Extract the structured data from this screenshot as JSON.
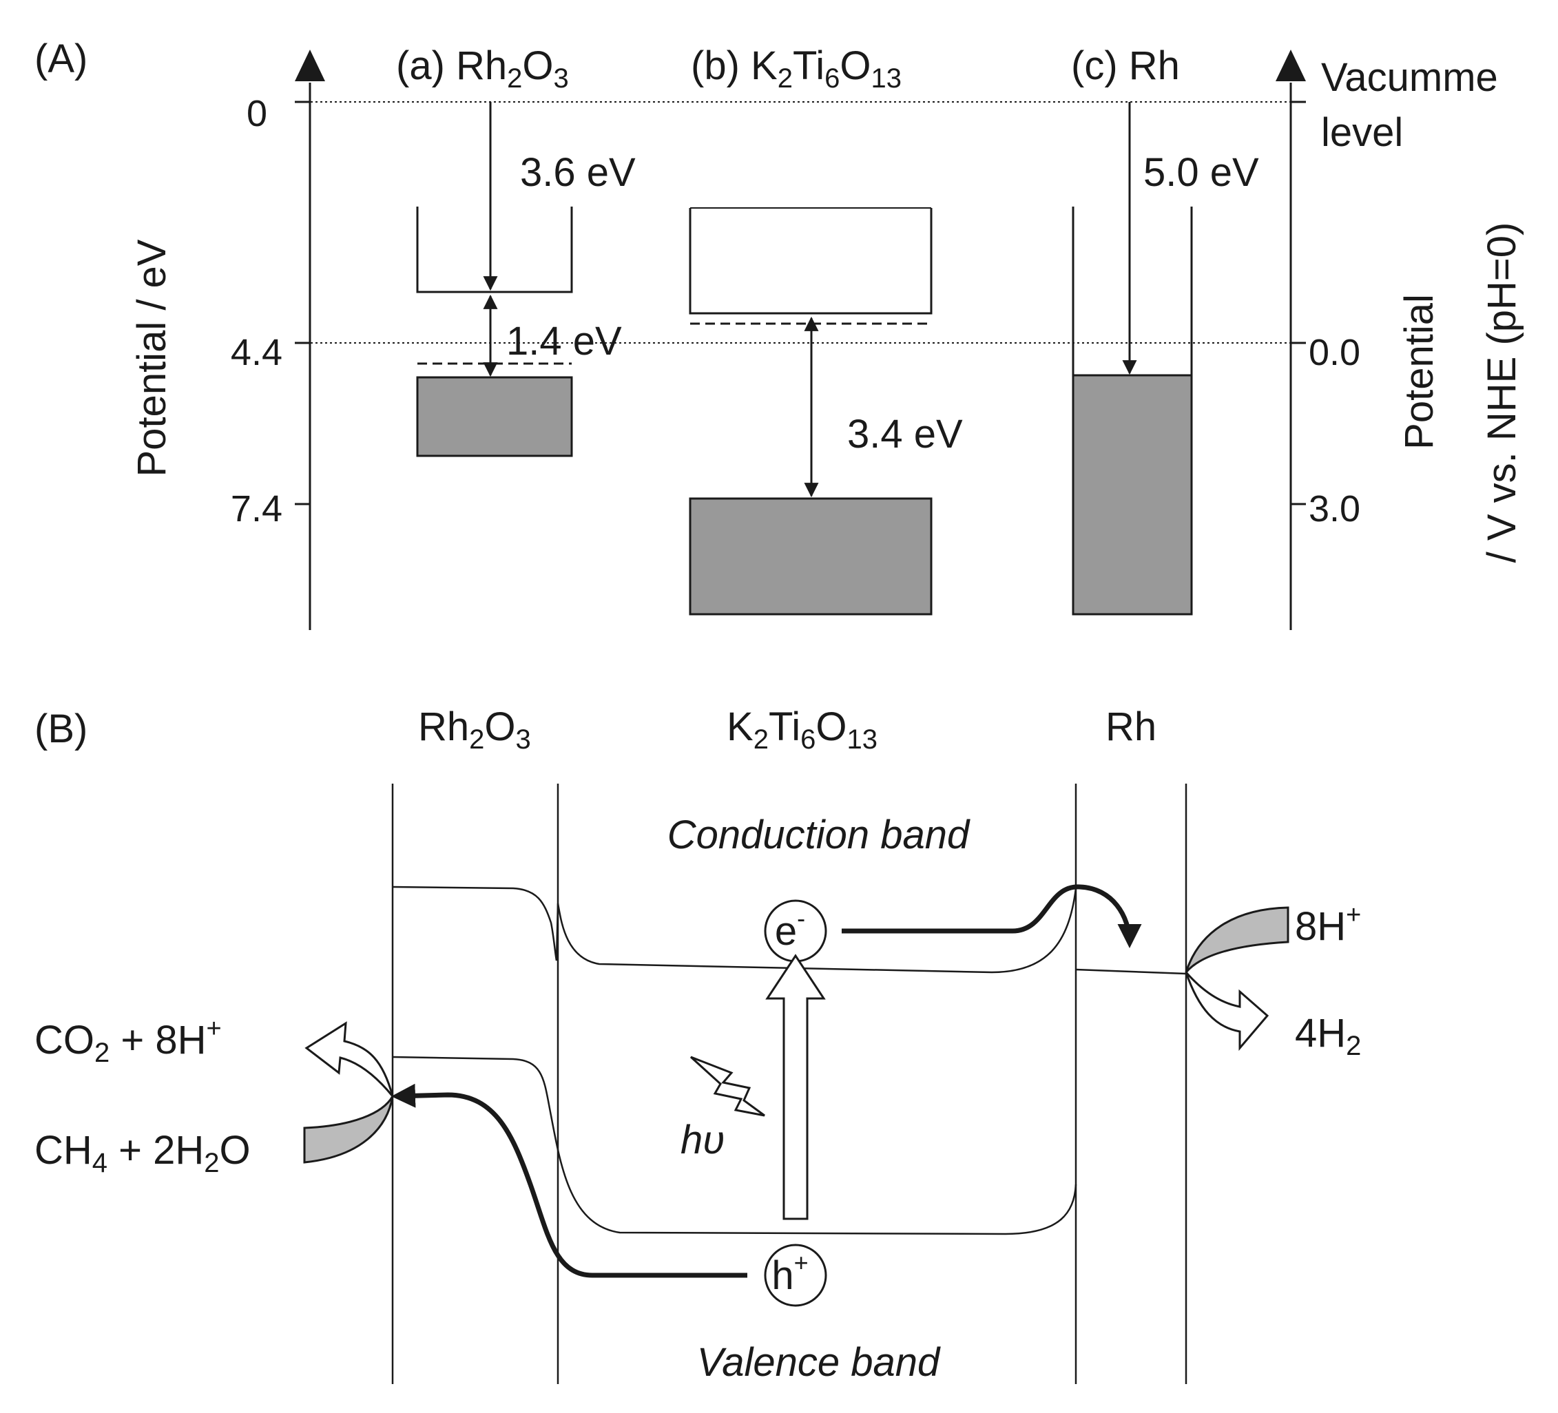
{
  "panel_a": {
    "label": "(A)",
    "materials": [
      {
        "prefix": "(a) ",
        "base": "Rh",
        "sub1": "2",
        "mid": "O",
        "sub2": "3"
      },
      {
        "prefix": "(b) ",
        "base": "K",
        "sub1": "2",
        "mid": "Ti",
        "sub2": "6",
        "tail": "O",
        "sub3": "13"
      },
      {
        "prefix": "(c) ",
        "base": "Rh"
      }
    ],
    "left_axis": {
      "label": "Potential / eV",
      "ticks": [
        "0",
        "4.4",
        "7.4"
      ]
    },
    "right_axis": {
      "label_line1": "Potential",
      "label_line2": "/ V vs. NHE (pH=0)",
      "ticks": [
        "0.0",
        "3.0"
      ]
    },
    "vacuum_label_line1": "Vacumme",
    "vacuum_label_line2": "level",
    "energies": {
      "rh2o3_wf": "3.6 eV",
      "rh2o3_gap": "1.4 eV",
      "ktio_gap": "3.4 eV",
      "rh_wf": "5.0 eV"
    }
  },
  "panel_b": {
    "label": "(B)",
    "materials": [
      {
        "base": "Rh",
        "sub1": "2",
        "mid": "O",
        "sub2": "3"
      },
      {
        "base": "K",
        "sub1": "2",
        "mid": "Ti",
        "sub2": "6",
        "tail": "O",
        "sub3": "13"
      },
      {
        "base": "Rh"
      }
    ],
    "conduction_band": "Conduction band",
    "valence_band": "Valence band",
    "electron": {
      "base": "e",
      "sup": "-"
    },
    "hole": {
      "base": "h",
      "sup": "+"
    },
    "photon": "hυ",
    "reactions": {
      "ox_product": {
        "a": "CO",
        "sub": "2",
        "b": " + 8H",
        "sup": "+"
      },
      "ox_reactant": {
        "a": "CH",
        "sub": "4",
        "b": " + 2H",
        "sub2": "2",
        "c": "O"
      },
      "red_reactant": {
        "a": "8H",
        "sup": "+"
      },
      "red_product": {
        "a": "4H",
        "sub": "2"
      }
    }
  },
  "colors": {
    "band_fill": "#999999",
    "line": "#1a1a1a",
    "arrow_fill": "#ffffff"
  }
}
